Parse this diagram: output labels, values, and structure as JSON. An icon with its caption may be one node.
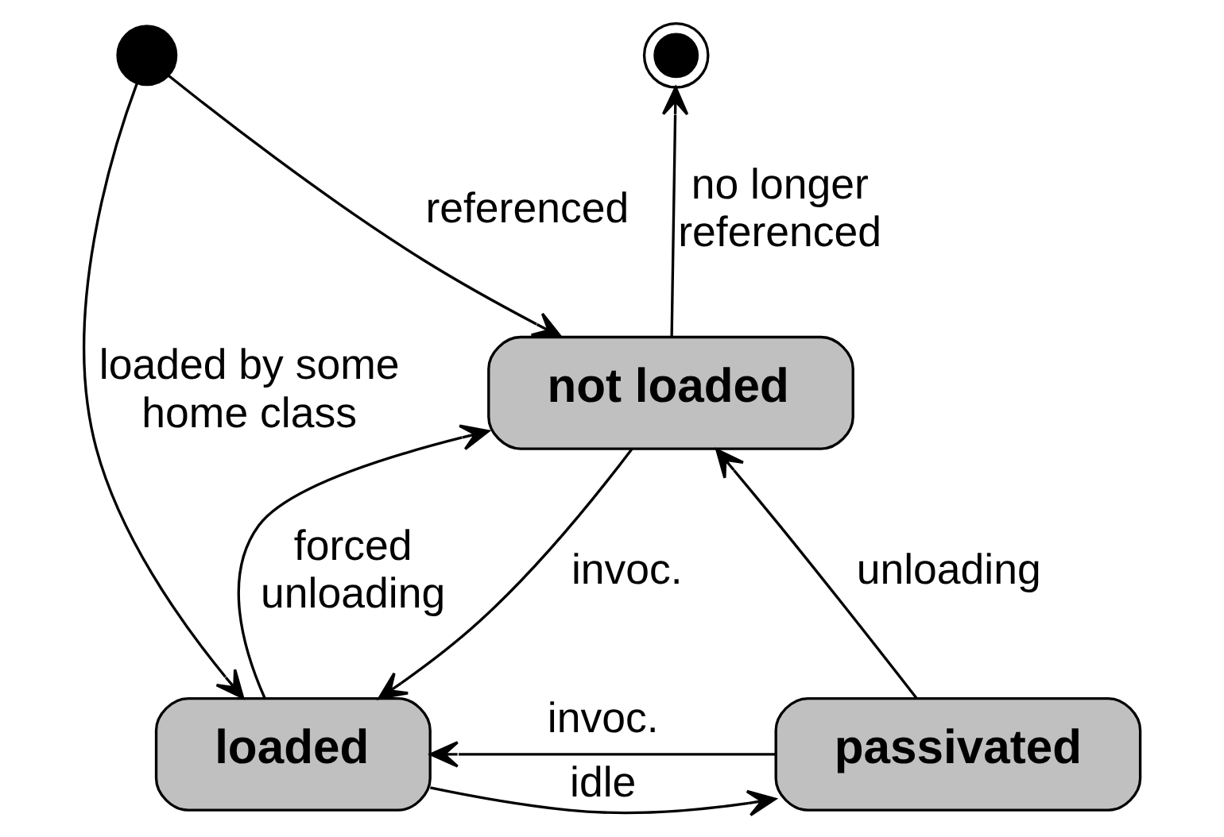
{
  "diagram": {
    "nodes": [
      {
        "text": [],
        "shape": "circle"
      },
      {
        "text": [],
        "shape": "circle"
      },
      {
        "text": [
          "not loaded"
        ]
      },
      {
        "text": [
          "loaded"
        ]
      },
      {
        "text": [
          "passivated"
        ]
      }
    ],
    "edges": [
      {
        "from": 0,
        "to": 2,
        "arrow": "to",
        "label": "referenced"
      },
      {
        "from": 0,
        "to": 3,
        "arrow": "to",
        "label": "loaded by some home class"
      },
      {
        "from": 2,
        "to": 1,
        "arrow": "to",
        "label": "no longer referenced"
      },
      {
        "from": 3,
        "to": 2,
        "arrow": "to",
        "label": "forced unloading"
      },
      {
        "from": 2,
        "to": 3,
        "arrow": "to",
        "label": "invoc."
      },
      {
        "from": 4,
        "to": 2,
        "arrow": "to",
        "label": "unloading"
      },
      {
        "from": 3,
        "to": 4,
        "arrow": "to",
        "label": "idle"
      },
      {
        "from": 4,
        "to": 3,
        "arrow": "to",
        "label": "invoc."
      }
    ]
  }
}
